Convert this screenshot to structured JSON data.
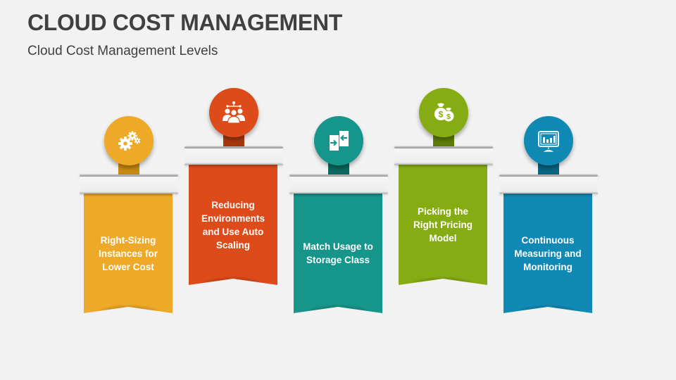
{
  "header": {
    "title": "CLOUD COST MANAGEMENT",
    "subtitle": "Cloud Cost Management Levels"
  },
  "levels": [
    {
      "label": "Right-Sizing Instances for Lower Cost",
      "icon": "gears-icon",
      "color": "#EFA928",
      "stem_color": "#C88A12",
      "position": "low"
    },
    {
      "label": "Reducing Environments and Use Auto Scaling",
      "icon": "team-hierarchy-icon",
      "color": "#DD4B1A",
      "stem_color": "#A8380F",
      "position": "high"
    },
    {
      "label": "Match Usage to Storage Class",
      "icon": "transfer-arrows-icon",
      "color": "#16958A",
      "stem_color": "#0B6A62",
      "position": "low"
    },
    {
      "label": "Picking the Right Pricing Model",
      "icon": "money-bags-icon",
      "color": "#86AC13",
      "stem_color": "#5F7D08",
      "position": "high"
    },
    {
      "label": "Continuous Measuring and Monitoring",
      "icon": "monitor-chart-icon",
      "color": "#1189B5",
      "stem_color": "#0A6485",
      "position": "low"
    }
  ],
  "background_color": "#F2F2F2"
}
